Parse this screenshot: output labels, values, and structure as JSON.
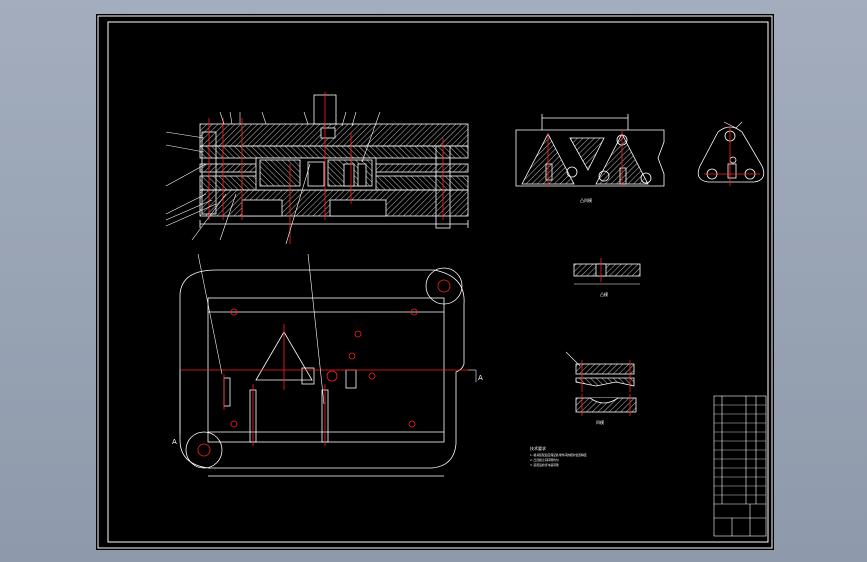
{
  "drawing": {
    "background": "#000000",
    "line_color": "#ffffff",
    "center_line_color": "#ff2020",
    "hatch_color": "#b8b8b8",
    "accent_color": "#ffff00"
  },
  "views": {
    "detail_1_caption": "凸凹模",
    "detail_2_caption": "凸模",
    "detail_3_caption": "凹模",
    "section_marker_left": "A",
    "section_marker_right": "A"
  },
  "notes": {
    "title": "技术要求",
    "lines": [
      "1. 模具装配后应保证各零件间的相对位置精度",
      "2. 凸凹模之间间隙均匀",
      "3. 装配后检查冲裁间隙"
    ]
  },
  "title_block": {
    "rows": 12
  }
}
